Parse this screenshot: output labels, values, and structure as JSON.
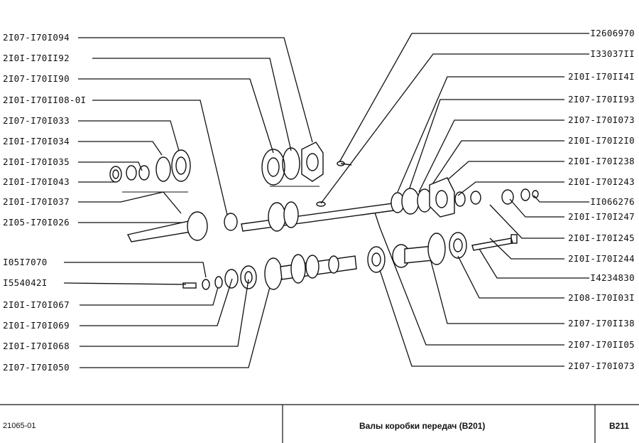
{
  "left_labels": [
    "2I07-I70I094",
    "2I0I-I70II92",
    "2I07-I70II90",
    "2I0I-I70II08-0I",
    "2I07-I70I033",
    "2I0I-I70I034",
    "2I0I-I70I035",
    "2I0I-I70I043",
    "2I0I-I70I037",
    "2I05-I70I026",
    "I05I7070",
    "I554042I",
    "2I0I-I70I067",
    "2I0I-I70I069",
    "2I0I-I70I068",
    "2I07-I70I050"
  ],
  "right_labels": [
    "I2606970",
    "I33037II",
    "2I0I-I70II4I",
    "2I07-I70II93",
    "2I07-I70I073",
    "2I0I-I70I2I0",
    "2I0I-I70I238",
    "2I0I-I70I243",
    "II066276",
    "2I0I-I70I247",
    "2I0I-I70I245",
    "2I0I-I70I244",
    "I4234830",
    "2I08-I70I03I",
    "2I07-I70II38",
    "2I07-I70II05",
    "2I07-I70I073"
  ],
  "footer": {
    "code": "21065-01",
    "title": "Валы коробки передач (B201)",
    "page": "B211"
  }
}
